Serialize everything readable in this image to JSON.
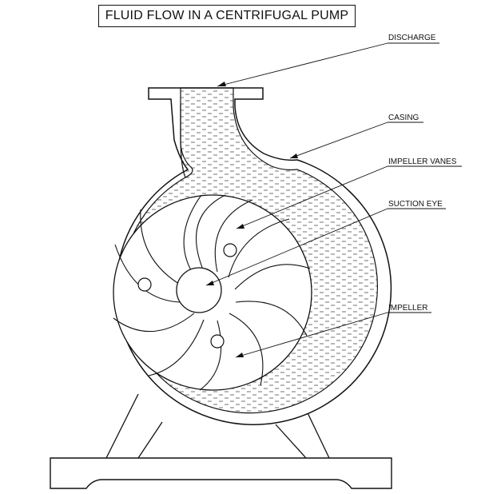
{
  "title": "FLUID FLOW IN A CENTRIFUGAL PUMP",
  "labels": {
    "discharge": "DISCHARGE",
    "casing": "CASING",
    "impeller_vanes": "IMPELLER VANES",
    "suction_eye": "SUCTION EYE",
    "impeller": "IMPELLER"
  }
}
